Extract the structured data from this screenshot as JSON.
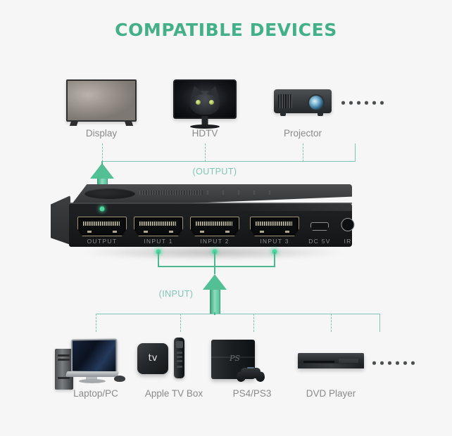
{
  "title": "COMPATIBLE DEVICES",
  "colors": {
    "background": "#f6f6f6",
    "title_green": "#44b089",
    "flow_line": "#7fc4b4",
    "arrow_green": "#52bf95",
    "label_gray": "#8a8a8a",
    "port_label_gray": "#8c8e90"
  },
  "output_section": {
    "flow_tag": "(OUTPUT)",
    "devices": [
      {
        "label": "Display",
        "icon": "tv-icon"
      },
      {
        "label": "HDTV",
        "icon": "monitor-icon"
      },
      {
        "label": "Projector",
        "icon": "projector-icon"
      }
    ],
    "more_indicator": "......"
  },
  "input_section": {
    "flow_tag": "(INPUT)",
    "devices": [
      {
        "label": "Laptop/PC",
        "icon": "laptop-pc-icon"
      },
      {
        "label": "Apple TV Box",
        "icon": "apple-tv-icon"
      },
      {
        "label": "PS4/PS3",
        "icon": "playstation-icon"
      },
      {
        "label": "DVD Player",
        "icon": "dvd-player-icon"
      }
    ],
    "more_indicator": "......"
  },
  "switch_device": {
    "ports": [
      {
        "label": "OUTPUT",
        "type": "hdmi"
      },
      {
        "label": "INPUT 1",
        "type": "hdmi"
      },
      {
        "label": "INPUT 2",
        "type": "hdmi"
      },
      {
        "label": "INPUT 3",
        "type": "hdmi"
      }
    ],
    "power_label": "DC  5V",
    "ir_label": "IR"
  },
  "apple_tv_logo": " tv"
}
